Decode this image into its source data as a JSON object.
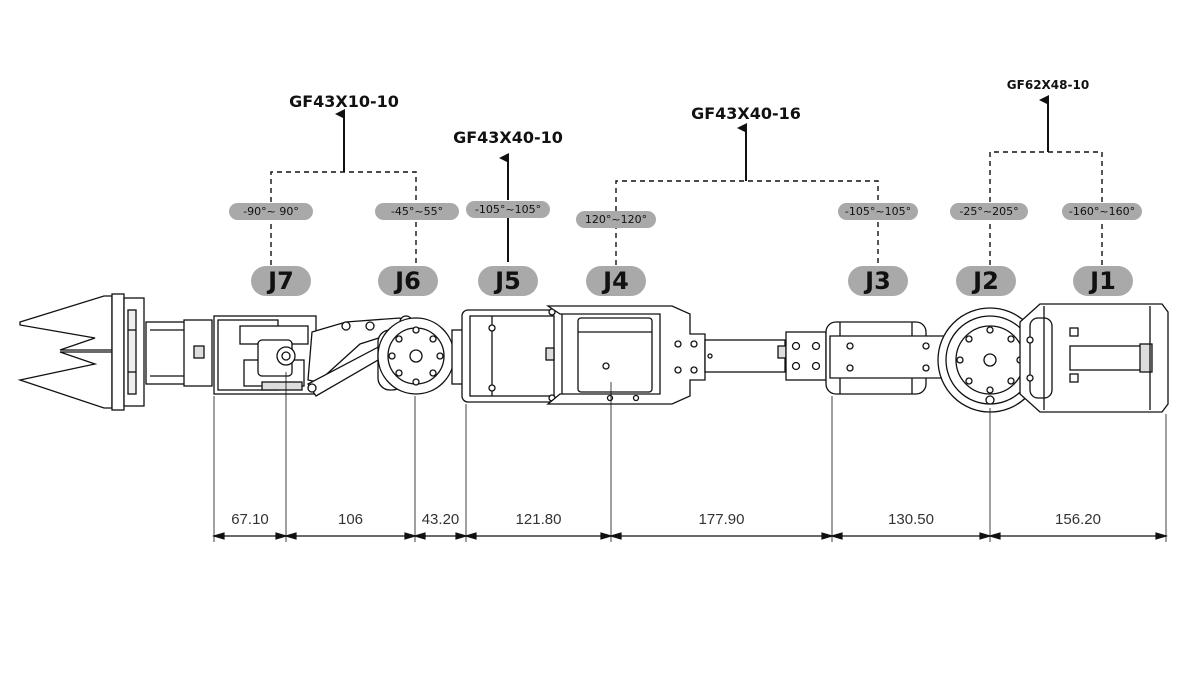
{
  "joints": [
    {
      "id": "J7",
      "range": "-90°~ 90°"
    },
    {
      "id": "J6",
      "range": "-45°~55°"
    },
    {
      "id": "J5",
      "range": "-105°~105°"
    },
    {
      "id": "J4",
      "range": "120°~120°"
    },
    {
      "id": "J3",
      "range": "-105°~105°"
    },
    {
      "id": "J2",
      "range": "-25°~205°"
    },
    {
      "id": "J1",
      "range": "-160°~160°"
    }
  ],
  "reducers": [
    {
      "label": "GF43X10-10",
      "joints": "J7 J6"
    },
    {
      "label": "GF43X40-10",
      "joints": "J5"
    },
    {
      "label": "GF43X40-16",
      "joints": "J4 J3"
    },
    {
      "label": "GF62X48-10",
      "joints": "J2 J1"
    }
  ],
  "dimensions": [
    "67.10",
    "106",
    "43.20",
    "121.80",
    "177.90",
    "130.50",
    "156.20"
  ],
  "colors": {
    "line": "#111111",
    "pill": "#a9a9a9",
    "dim_text": "#333333"
  }
}
